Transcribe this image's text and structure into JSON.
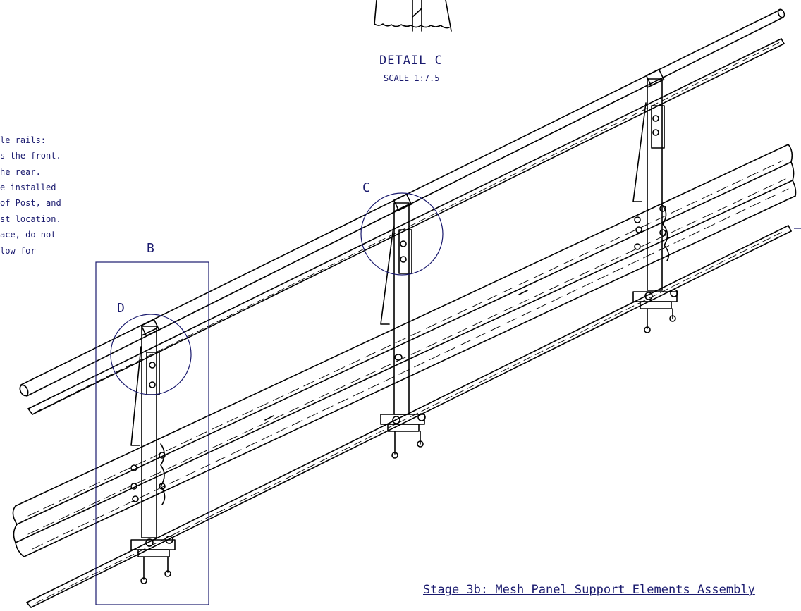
{
  "detail": {
    "title": "DETAIL C",
    "scale": "SCALE 1:7.5"
  },
  "callouts": {
    "b": "B",
    "c": "C",
    "d": "D"
  },
  "notes": [
    "le rails:",
    "s the front.",
    "he rear.",
    "e installed",
    "of Post, and",
    "st location.",
    "ace, do not",
    "low for"
  ],
  "stage_title": "Stage 3b: Mesh Panel Support Elements Assembly",
  "colors": {
    "line": "#000000",
    "annotation": "#1a1a6e"
  }
}
